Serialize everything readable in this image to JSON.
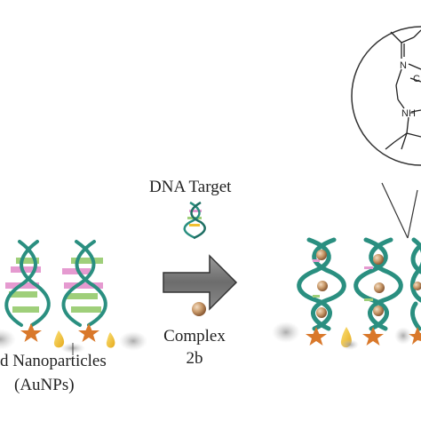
{
  "labels": {
    "dna_target": "DNA Target",
    "complex_line1": "Complex",
    "complex_line2": "2b",
    "aunps_line1": "d Nanoparticles",
    "aunps_line2": "(AuNPs)"
  },
  "structure_atoms": {
    "n1": "N",
    "c1": "C",
    "nh": "NH"
  },
  "colors": {
    "helix_teal": "#2a8f80",
    "helix_teal_dark": "#1f6f64",
    "base_pink": "#e59ad0",
    "base_green": "#9fcf7a",
    "star_orange": "#d9782a",
    "sphere_tan": "#c99a6a",
    "droplet_yellow": "#f2c030",
    "arrow_gray": "#777777",
    "shadow_gray": "#b5b5b5"
  }
}
